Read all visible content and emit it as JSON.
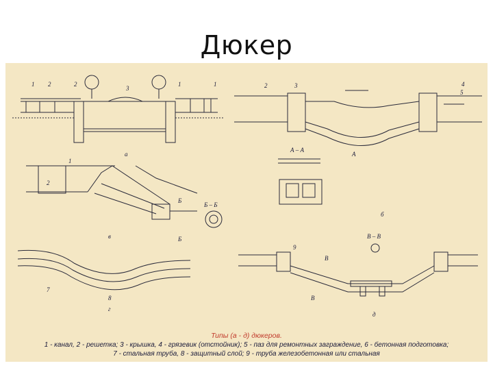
{
  "slide": {
    "title": "Дюкер"
  },
  "figure": {
    "labels": {
      "top_left": [
        "1",
        "2",
        "2",
        "3",
        "1",
        "1"
      ],
      "top_left_sub": "а",
      "top_right": [
        "2",
        "3",
        "4",
        "5"
      ],
      "top_right_sub": "А",
      "section_aa": "А – А",
      "mid_left": [
        "1",
        "2",
        "Б",
        "Б"
      ],
      "mid_left_sub": "в",
      "section_bb": "Б – Б",
      "mid_right_sub": "б",
      "bottom_left": [
        "7",
        "8"
      ],
      "bottom_left_sub": "г",
      "section_vv": "В – В",
      "bottom_right": [
        "9",
        "В",
        "В"
      ],
      "bottom_right_sub": "д"
    },
    "caption": {
      "title": "Типы (а - д) дюкеров.",
      "line1": "1 - канал, 2 - решетка; 3 - крышка, 4 - грязевик (отстойник); 5 - паз для ремонтных заграждение, 6 - бетонная подготовка;",
      "line2": "7 - стальная труба, 8 - защитный слой; 9 - труба железобетонная или стальная"
    }
  },
  "colors": {
    "background": "#f4e7c4",
    "ink": "#2a2a3a",
    "caption_title": "#c0392b"
  }
}
